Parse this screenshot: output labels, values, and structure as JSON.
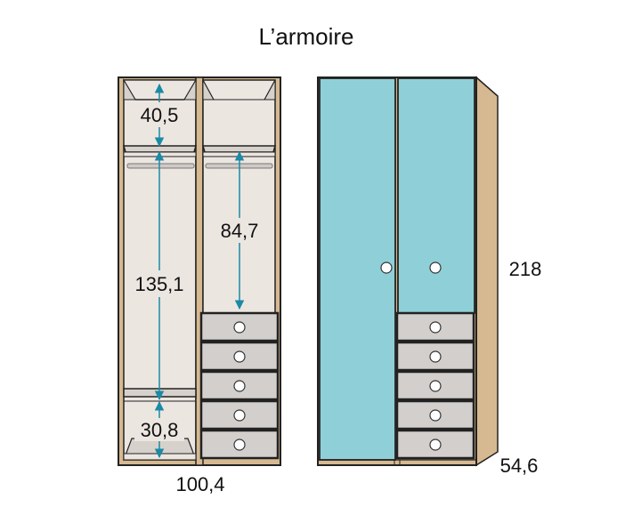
{
  "title": "L’armoire",
  "dimensions": {
    "top_shelf_height": "40,5",
    "hanging_height_left": "135,1",
    "hanging_height_right": "84,7",
    "bottom_compartment_height": "30,8",
    "total_width": "100,4",
    "total_height": "218",
    "depth": "54,6"
  },
  "colors": {
    "wood": "#d6b991",
    "interior": "#ece6e1",
    "door": "#8fd0d8",
    "drawer": "#d3cfcc",
    "outline": "#222222",
    "arrow": "#1a8aa5"
  },
  "drawer_count": 5
}
